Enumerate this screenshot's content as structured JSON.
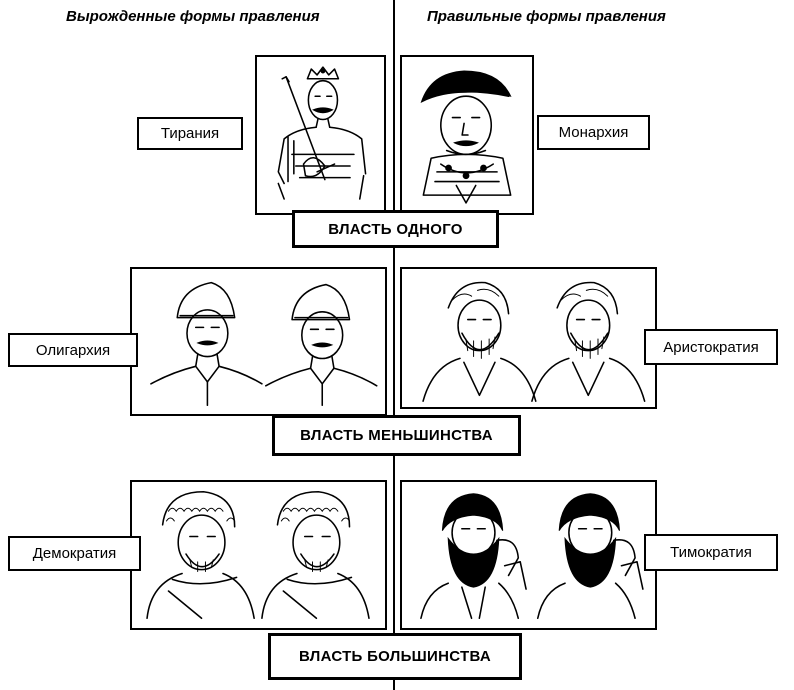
{
  "headers": {
    "degenerate": "Вырожденные формы правления",
    "correct": "Правильные формы правления"
  },
  "rows": [
    {
      "power": "ВЛАСТЬ ОДНОГО",
      "degenerate": {
        "label": "Тирания",
        "icon": "knight-with-sword-icon"
      },
      "correct": {
        "label": "Монархия",
        "icon": "king-portrait-icon"
      }
    },
    {
      "power": "ВЛАСТЬ МЕНЬШИНСТВА",
      "degenerate": {
        "label": "Олигархия",
        "icon": "officers-in-caps-icon"
      },
      "correct": {
        "label": "Аристократия",
        "icon": "bearded-elders-icon"
      }
    },
    {
      "power": "ВЛАСТЬ БОЛЬШИНСТВА",
      "degenerate": {
        "label": "Демократия",
        "icon": "curly-haired-citizens-icon"
      },
      "correct": {
        "label": "Тимократия",
        "icon": "dark-bearded-men-icon"
      }
    }
  ]
}
